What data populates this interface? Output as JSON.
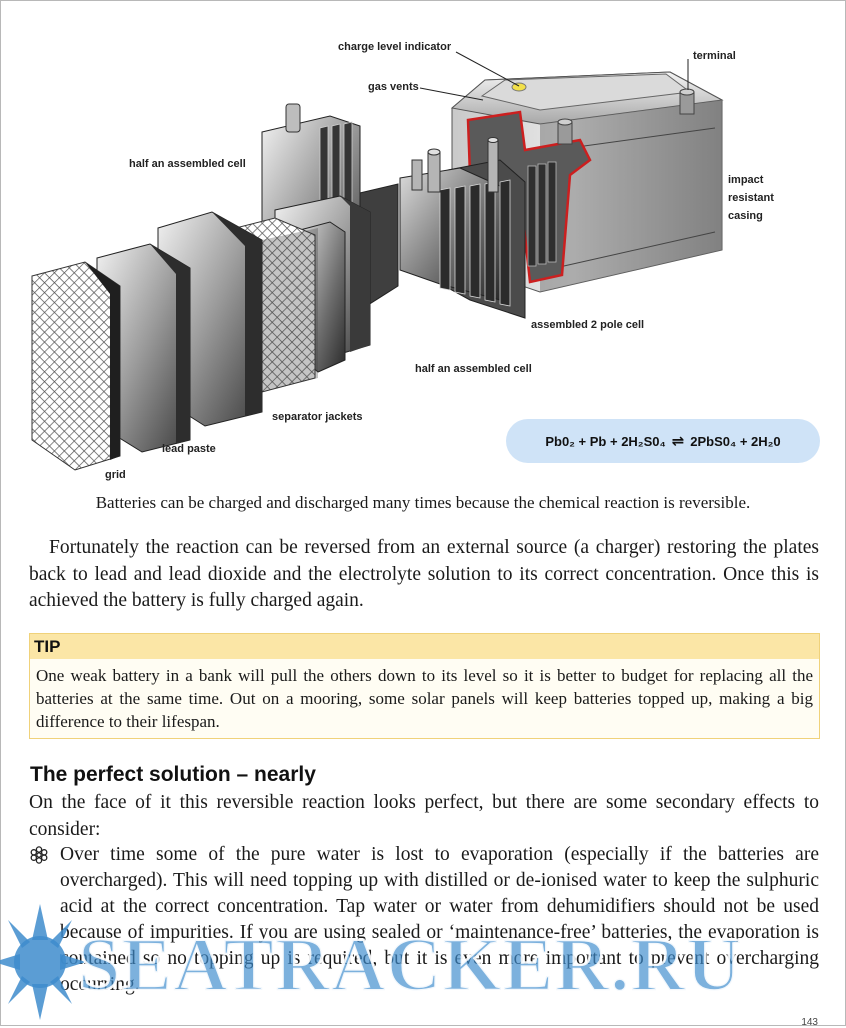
{
  "figure": {
    "labels": {
      "charge_indicator": "charge level indicator",
      "gas_vents": "gas vents",
      "terminal": "terminal",
      "half_cell_top": "half an assembled cell",
      "impact_1": "impact",
      "impact_2": "resistant",
      "impact_3": "casing",
      "two_pole": "assembled 2 pole cell",
      "half_cell_bottom": "half an assembled cell",
      "separator": "separator jackets",
      "lead_paste": "lead paste",
      "grid": "grid"
    },
    "formula": {
      "left": "Pb0₂ + Pb + 2H₂S0₄",
      "arrow": "⇌",
      "right": "2PbS0₄ + 2H₂0"
    },
    "colors": {
      "plate_dark": "#3a3a3a",
      "plate_light": "#c8c8c8",
      "casing_edge": "#d02020",
      "formula_bg": "#cfe3f7"
    }
  },
  "caption": "Batteries can be charged and discharged many times because the chemical reaction is reversible.",
  "paragraph1": "Fortunately the reaction can be reversed from an external source (a charger) restoring the plates back to lead and lead dioxide and the electrolyte solution to its correct concentration. Once this is achieved the battery is fully charged again.",
  "tip": {
    "heading": "TIP",
    "body": "One weak battery in a bank will pull the others down to its level so it is better to budget for replacing all the batteries at the same time. Out on a mooring, some solar panels will keep batteries topped up, making a big difference to their lifespan."
  },
  "section_heading": "The perfect solution – nearly",
  "paragraph2": "On the face of it this reversible reaction looks perfect, but there are some secondary effects to consider:",
  "bullet1": "Over time some of the pure water is lost to evaporation (especially if the batteries are overcharged). This will need topping up with distilled or de-ionised water to keep the sulphuric acid at the correct concentration. Tap water or water from dehumidifiers should not be used because of impurities. If you are using sealed or ‘maintenance-free’ batteries, the evaporation is contained so no topping up is required, but it is even more important to prevent overcharging occurring.",
  "watermark": "SEATRACKER.RU",
  "page_number": "143"
}
